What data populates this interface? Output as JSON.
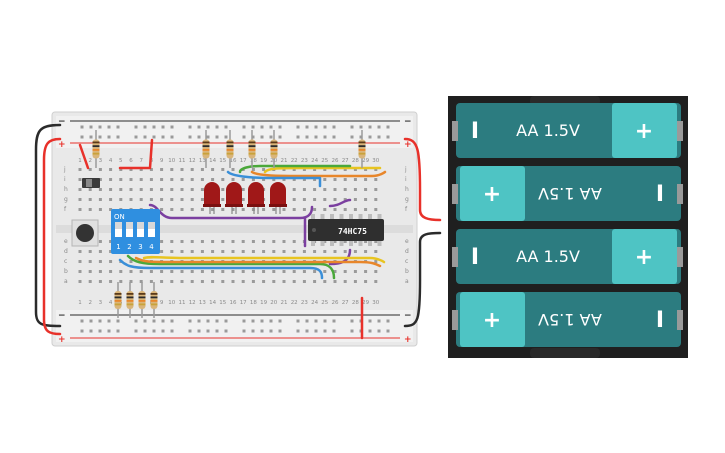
{
  "breadboard": {
    "rails_plus": "+",
    "rails_minus": "−",
    "column_numbers": [
      "1",
      "2",
      "3",
      "4",
      "5",
      "6",
      "7",
      "8",
      "9",
      "10",
      "11",
      "12",
      "13",
      "14",
      "15",
      "16",
      "17",
      "18",
      "19",
      "20",
      "21",
      "22",
      "23",
      "24",
      "25",
      "26",
      "27",
      "28",
      "29",
      "30"
    ],
    "row_letters_top": [
      "j",
      "i",
      "h",
      "g",
      "f"
    ],
    "row_letters_bottom": [
      "e",
      "d",
      "c",
      "b",
      "a"
    ]
  },
  "chip": {
    "label": "74HC75"
  },
  "dip_switch": {
    "on_label": "ON",
    "positions": [
      "1",
      "2",
      "3",
      "4"
    ]
  },
  "battery_pack": {
    "cells": [
      {
        "label": "AA 1.5V",
        "orientation": "normal",
        "left_sign": "I",
        "right_sign": "+"
      },
      {
        "label": "AA 1.5V",
        "orientation": "flipped",
        "left_sign": "+",
        "right_sign": "I"
      },
      {
        "label": "AA 1.5V",
        "orientation": "normal",
        "left_sign": "I",
        "right_sign": "+"
      },
      {
        "label": "AA 1.5V",
        "orientation": "flipped",
        "left_sign": "+",
        "right_sign": "I"
      }
    ]
  },
  "colors": {
    "board": "#e9e9e9",
    "wire_red": "#e8312a",
    "wire_black": "#2b2b2b",
    "wire_purple": "#7b3fa0",
    "wire_yellow": "#e8c420",
    "wire_orange": "#e8862a",
    "wire_green": "#4aa83a",
    "wire_blue": "#3a8fd8",
    "led": "#a01818",
    "dip": "#2f8fe0",
    "battery_teal": "#2c7c80",
    "battery_light": "#4ec4c4"
  }
}
